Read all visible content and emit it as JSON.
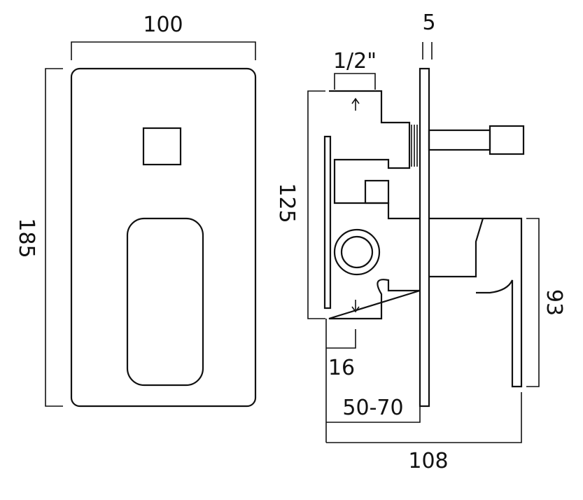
{
  "drawing": {
    "front_view": {
      "width_label": "100",
      "height_label": "185"
    },
    "side_view": {
      "thread_label": "1/2\"",
      "plate_thickness_label": "5",
      "body_height_label": "125",
      "handle_height_label": "93",
      "inlet_offset_label": "16",
      "wall_depth_label": "50-70",
      "total_depth_label": "108"
    }
  }
}
